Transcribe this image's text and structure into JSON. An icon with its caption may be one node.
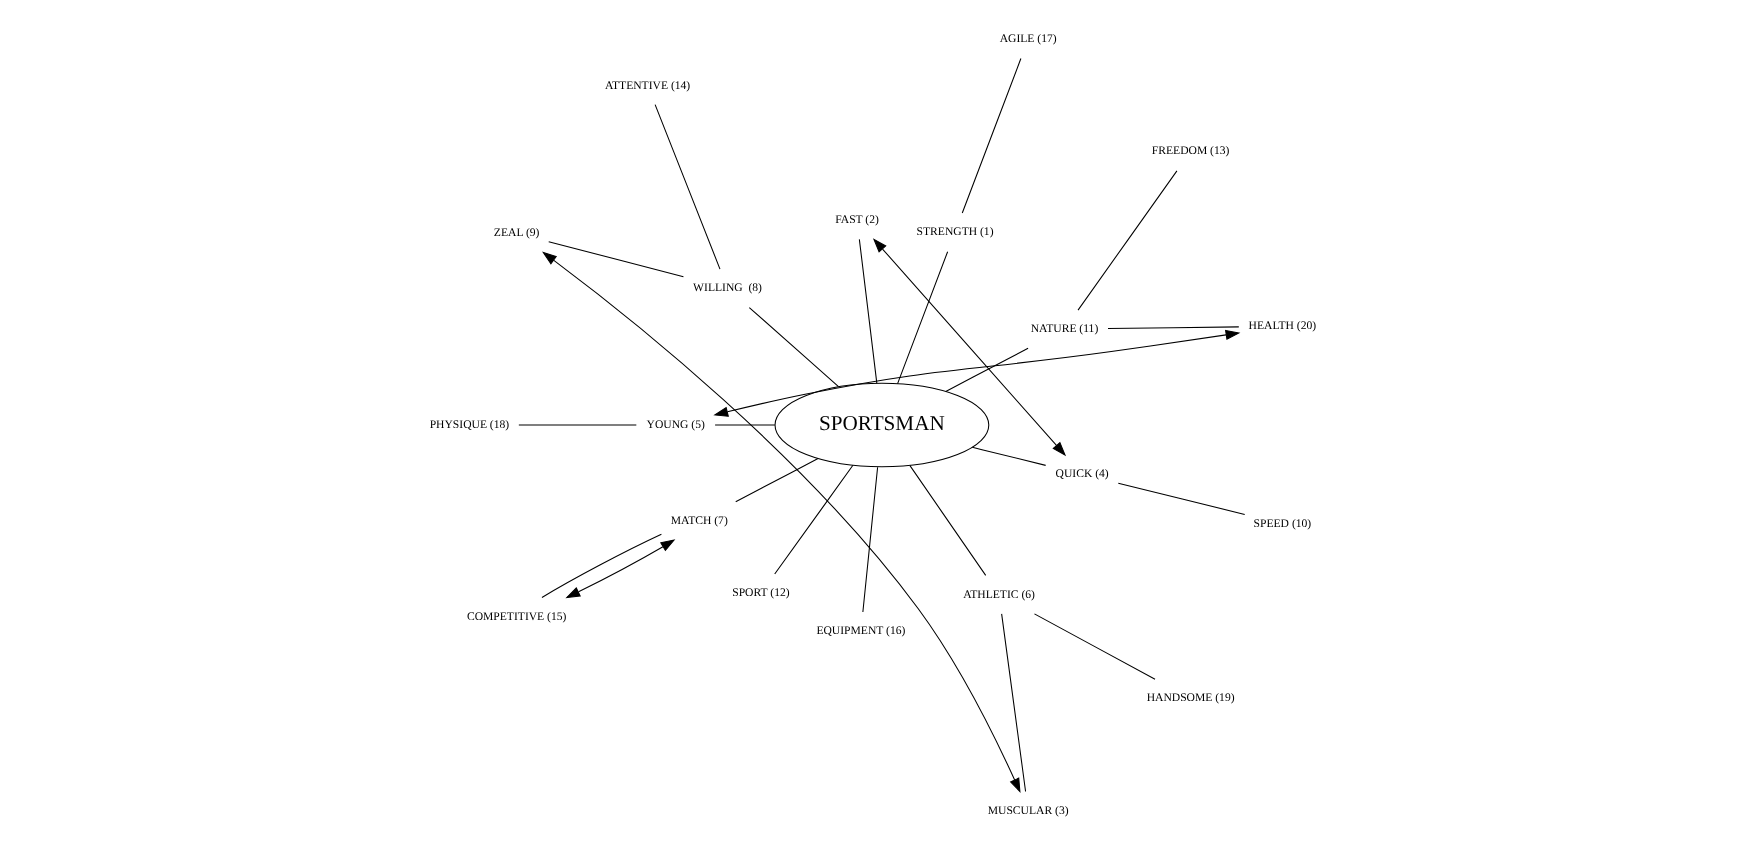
{
  "diagram": {
    "nodes": [
      {
        "text": [
          "SPORTSMAN"
        ]
      },
      {
        "text": [
          "NATURE (11)"
        ]
      },
      {
        "text": [
          "STRENGTH (1)"
        ]
      },
      {
        "text": [
          "FAST (2)"
        ]
      },
      {
        "text": [
          "AGILE (17)"
        ]
      },
      {
        "text": [
          "HEALTH (20)"
        ]
      },
      {
        "text": [
          "FREEDOM (13)"
        ]
      },
      {
        "text": [
          "WILLING  (8)"
        ]
      },
      {
        "text": [
          "ATTENTIVE (14)"
        ]
      },
      {
        "text": [
          "YOUNG (5)"
        ]
      },
      {
        "text": [
          "ZEAL (9)"
        ]
      },
      {
        "text": [
          "PHYSIQUE (18)"
        ]
      },
      {
        "text": [
          "MATCH (7)"
        ]
      },
      {
        "text": [
          "SPORT (12)"
        ]
      },
      {
        "text": [
          "EQUIPMENT (16)"
        ]
      },
      {
        "text": [
          "MUSCULAR (3)"
        ]
      },
      {
        "text": [
          "ATHLETIC (6)"
        ]
      },
      {
        "text": [
          "COMPETITIVE (15)"
        ]
      },
      {
        "text": [
          "HANDSOME (19)"
        ]
      },
      {
        "text": [
          "SPEED (10)"
        ]
      },
      {
        "text": [
          "QUICK (4)"
        ]
      }
    ],
    "edges": [
      {
        "from": 0,
        "to": 1,
        "arrow": "none"
      },
      {
        "from": 5,
        "to": 1,
        "arrow": "none"
      },
      {
        "from": 6,
        "to": 1,
        "arrow": "none"
      },
      {
        "from": 0,
        "to": 2,
        "arrow": "none"
      },
      {
        "from": 4,
        "to": 2,
        "arrow": "none"
      },
      {
        "from": 0,
        "to": 3,
        "arrow": "none"
      },
      {
        "from": 0,
        "to": 7,
        "arrow": "none"
      },
      {
        "from": 8,
        "to": 7,
        "arrow": "none"
      },
      {
        "from": 10,
        "to": 7,
        "arrow": "none"
      },
      {
        "from": 0,
        "to": 16,
        "arrow": "none"
      },
      {
        "from": 15,
        "to": 16,
        "arrow": "none"
      },
      {
        "from": 18,
        "to": 16,
        "arrow": "none"
      },
      {
        "from": 0,
        "to": 20,
        "arrow": "none"
      },
      {
        "from": 19,
        "to": 20,
        "arrow": "none"
      },
      {
        "from": 0,
        "to": 14,
        "arrow": "none"
      },
      {
        "from": 0,
        "to": 13,
        "arrow": "none"
      },
      {
        "from": 0,
        "to": 12,
        "arrow": "none"
      },
      {
        "from": 17,
        "to": 12,
        "arrow": "none"
      },
      {
        "from": 0,
        "to": 9,
        "arrow": "none"
      },
      {
        "from": 11,
        "to": 9,
        "arrow": "none"
      },
      {
        "from": 5,
        "to": 9,
        "arrow": "both"
      },
      {
        "from": 12,
        "to": 17,
        "arrow": "both"
      },
      {
        "from": 10,
        "to": 15,
        "arrow": "both"
      },
      {
        "from": 3,
        "to": 20,
        "arrow": "both"
      }
    ]
  }
}
